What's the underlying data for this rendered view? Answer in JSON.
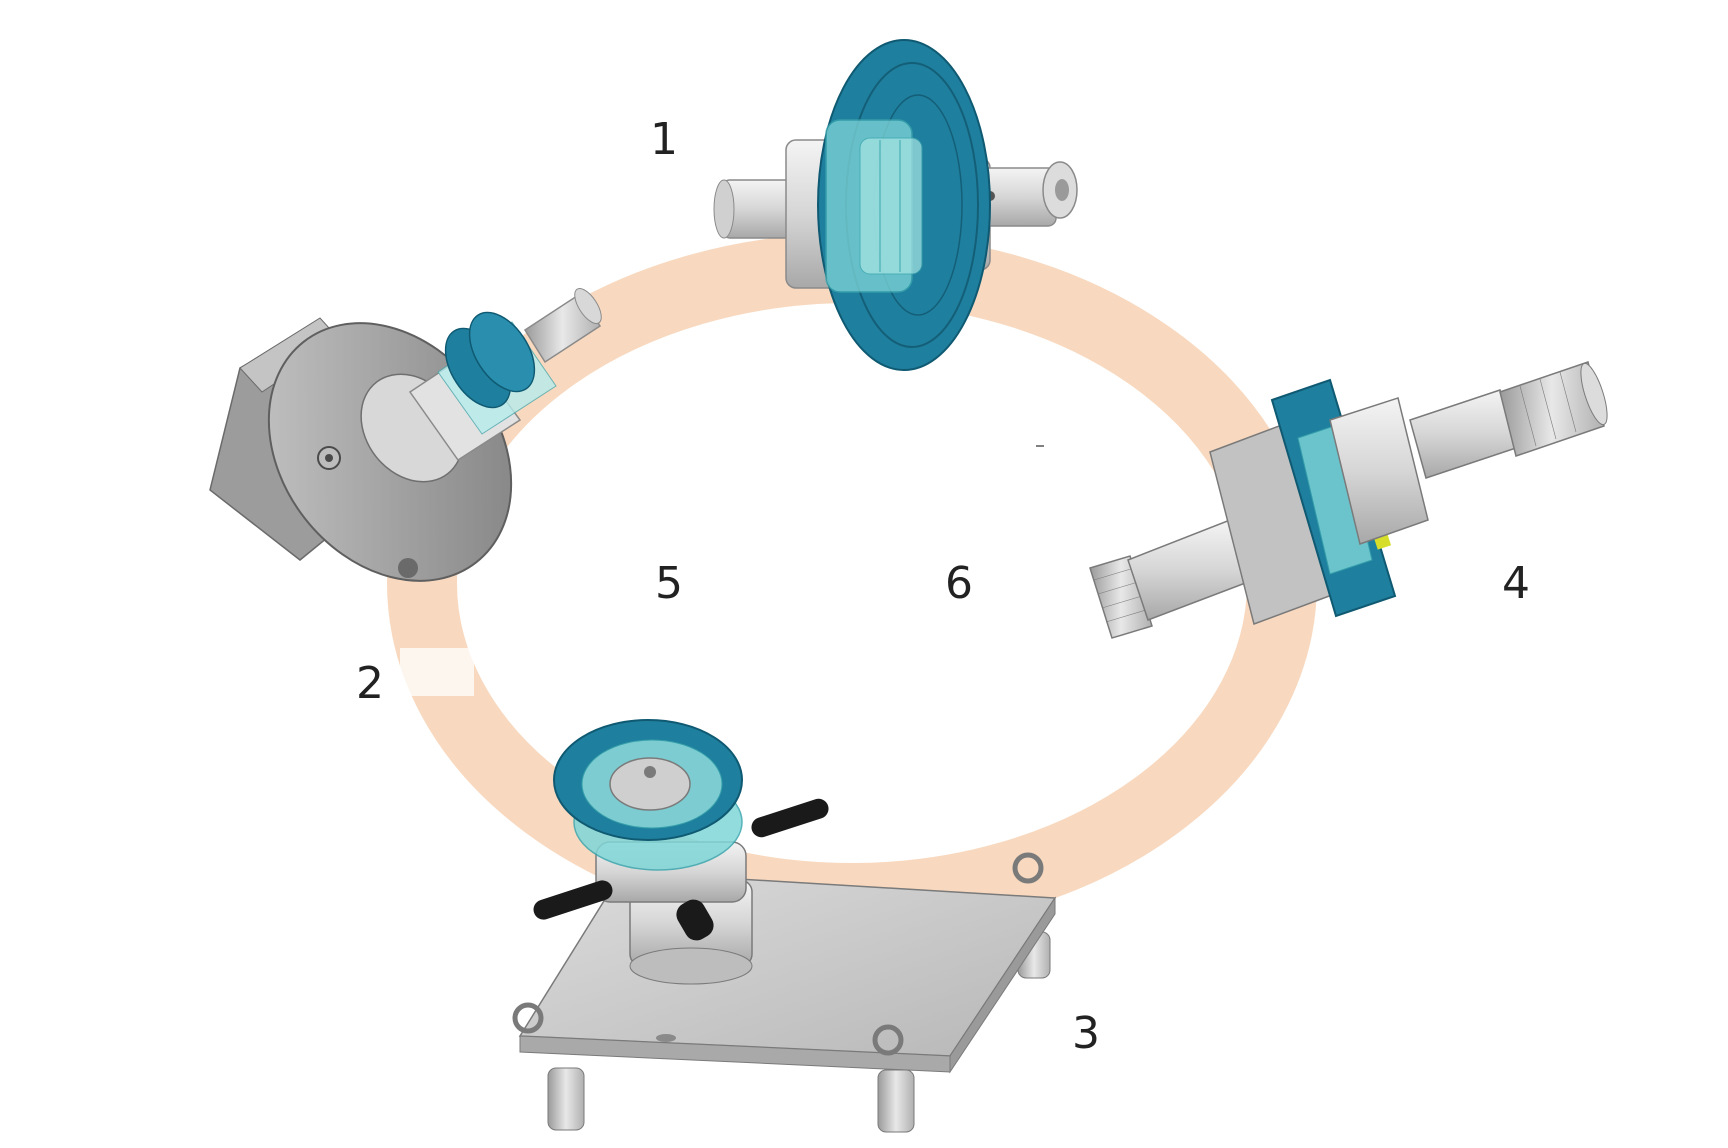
{
  "labels": {
    "l1": "1",
    "l2": "2",
    "l3": "3",
    "l4": "4",
    "l5": "5",
    "l6": "6"
  },
  "colors": {
    "ring": "#f7d2b4",
    "teal": "#1f7f9e",
    "teal_light": "#6fd0d4",
    "metal_light": "#e6e6e6",
    "metal_mid": "#c9c9c9",
    "metal_dark": "#8c8c8c",
    "yellow": "#d7de2a",
    "handle": "#1a1a1a"
  },
  "icons": {
    "part1": "rotor-shaft-with-teal-disc",
    "part2": "cylinder-housing-with-shaft",
    "part3": "baseplate-fixture-with-handles",
    "part4": "threaded-shaft-assembly"
  }
}
